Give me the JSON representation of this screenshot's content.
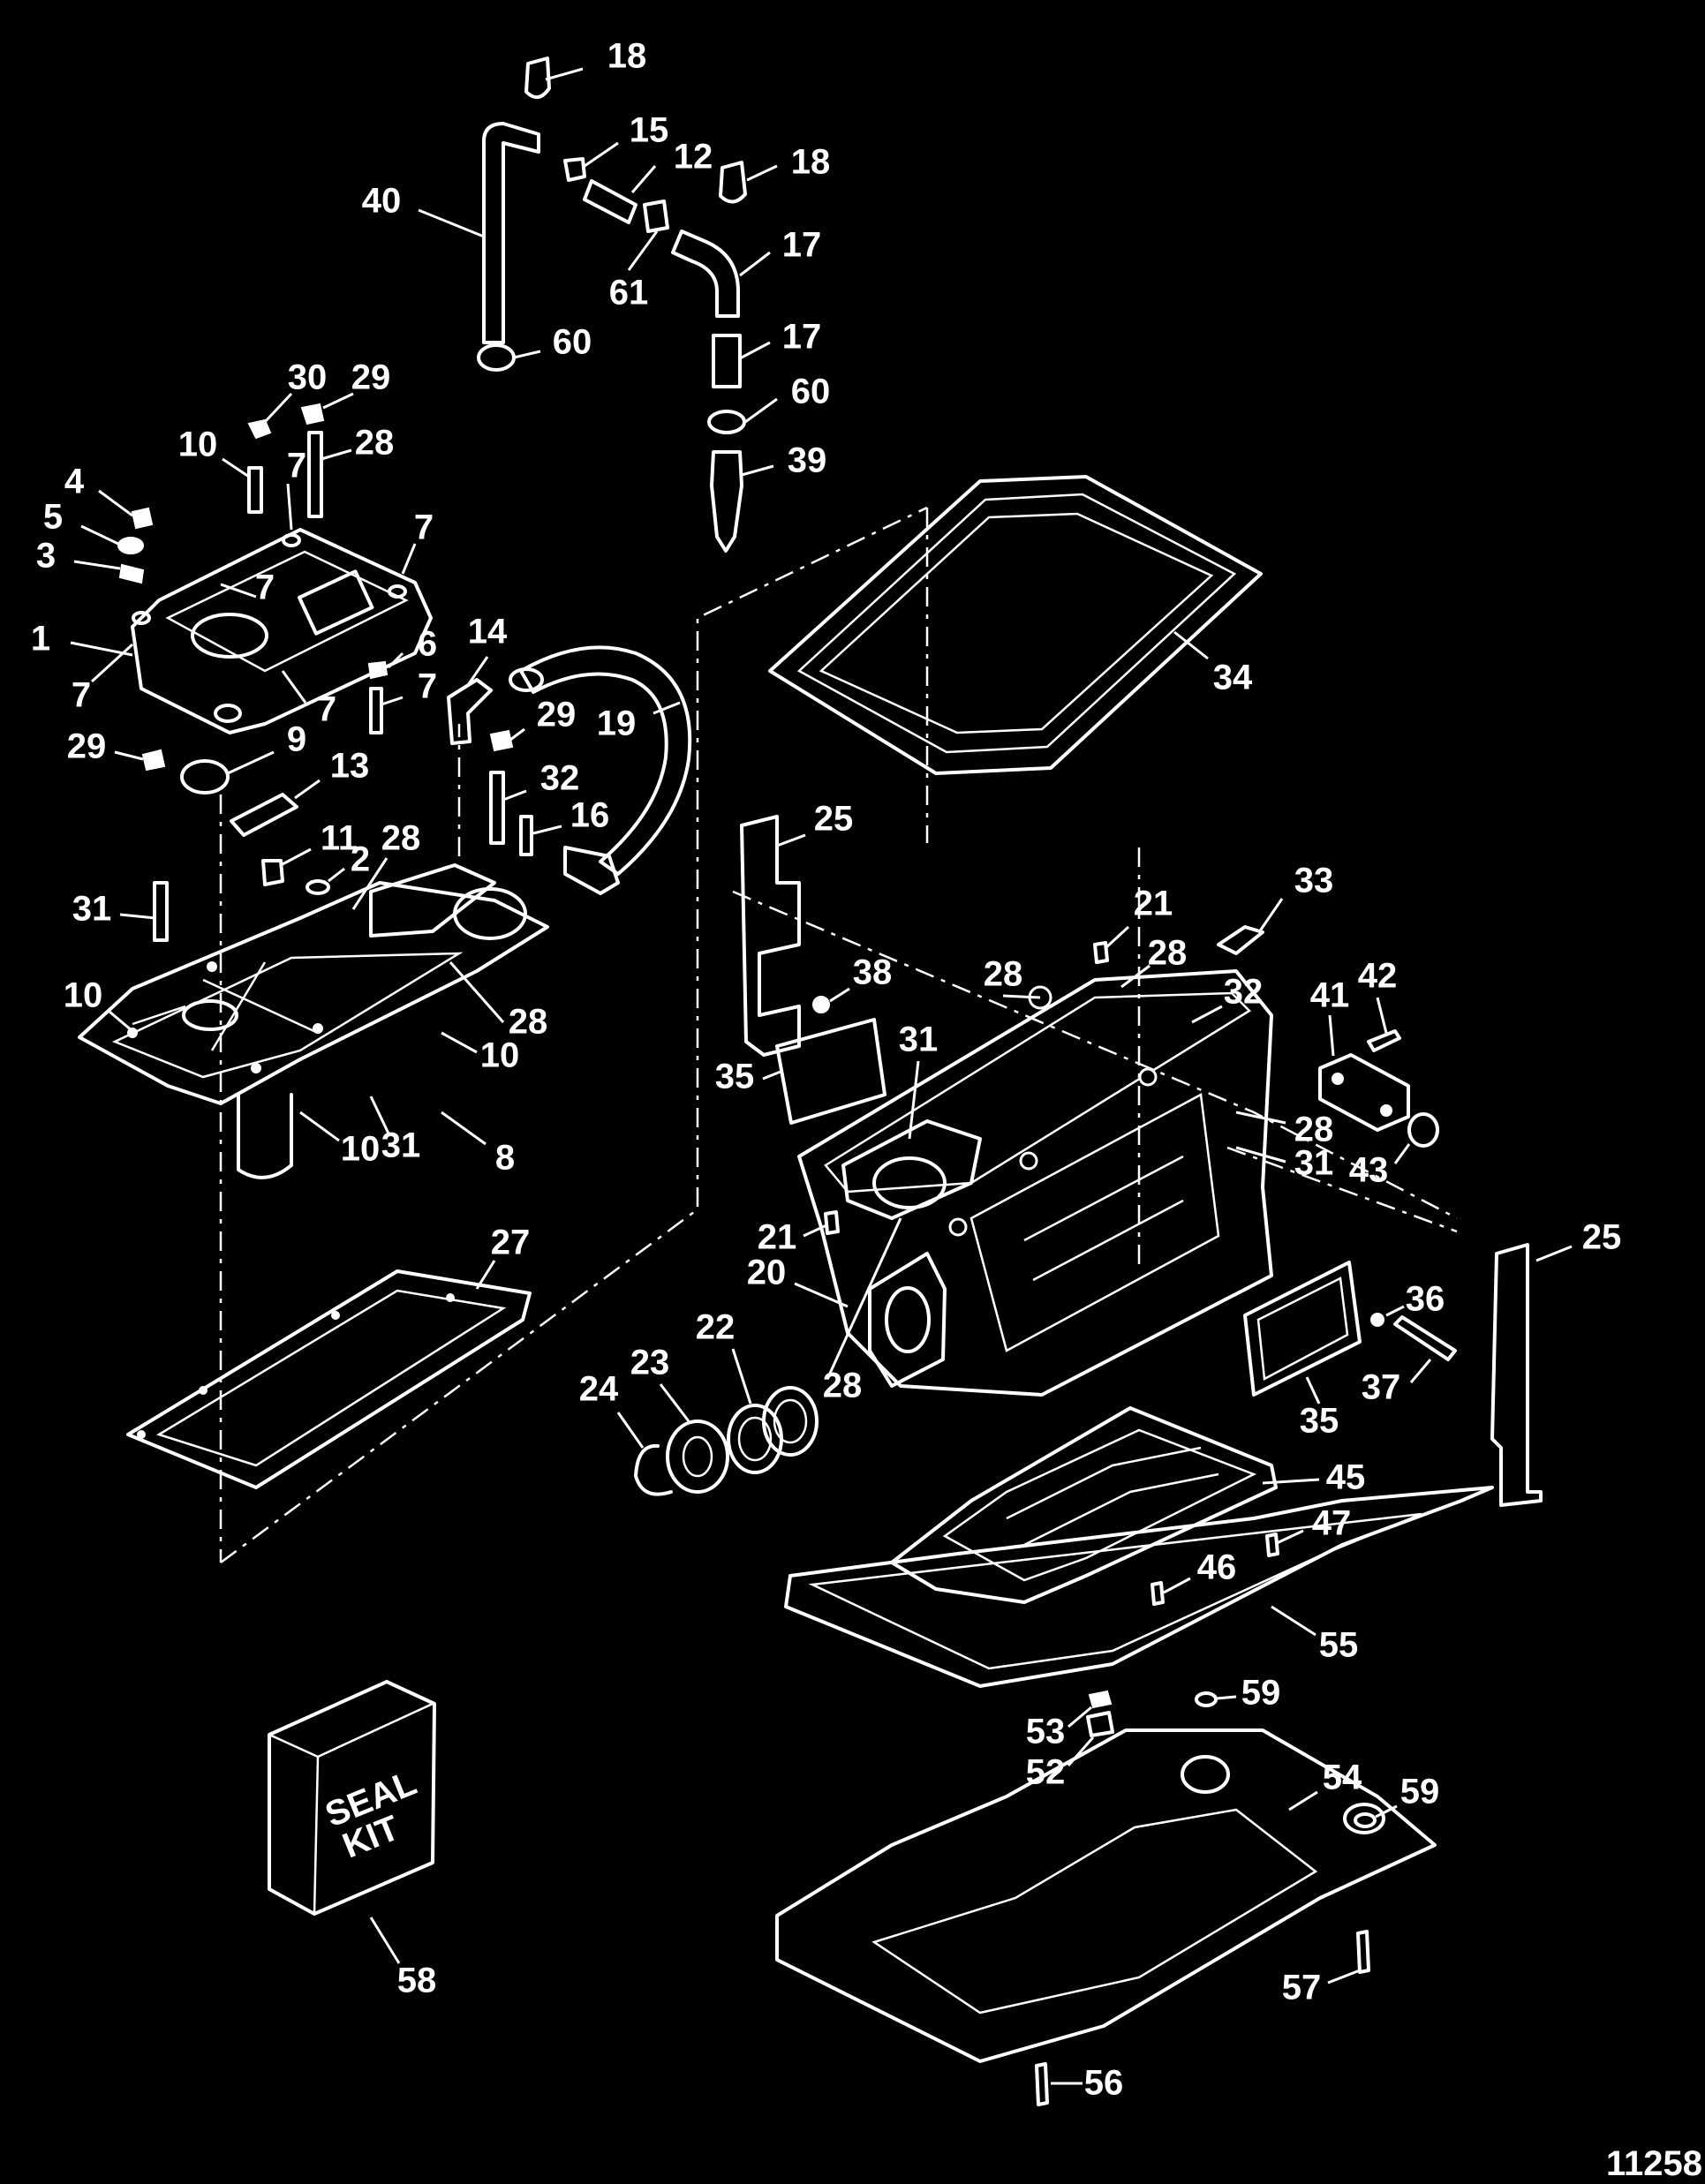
{
  "diagram": {
    "reference_number": "11258",
    "seal_kit_text": [
      "SEAL",
      "KIT"
    ],
    "callouts": [
      {
        "id": "c18a",
        "label": "18"
      },
      {
        "id": "c15",
        "label": "15"
      },
      {
        "id": "c12",
        "label": "12"
      },
      {
        "id": "c18b",
        "label": "18"
      },
      {
        "id": "c40",
        "label": "40"
      },
      {
        "id": "c17a",
        "label": "17"
      },
      {
        "id": "c61",
        "label": "61"
      },
      {
        "id": "c17b",
        "label": "17"
      },
      {
        "id": "c60a",
        "label": "60"
      },
      {
        "id": "c60b",
        "label": "60"
      },
      {
        "id": "c30",
        "label": "30"
      },
      {
        "id": "c29a",
        "label": "29"
      },
      {
        "id": "c10a",
        "label": "10"
      },
      {
        "id": "c28a",
        "label": "28"
      },
      {
        "id": "c39",
        "label": "39"
      },
      {
        "id": "c4",
        "label": "4"
      },
      {
        "id": "c7a",
        "label": "7"
      },
      {
        "id": "c7b",
        "label": "7"
      },
      {
        "id": "c5",
        "label": "5"
      },
      {
        "id": "c7c",
        "label": "7"
      },
      {
        "id": "c3",
        "label": "3"
      },
      {
        "id": "c1",
        "label": "1"
      },
      {
        "id": "c6",
        "label": "6"
      },
      {
        "id": "c14",
        "label": "14"
      },
      {
        "id": "c7d",
        "label": "7"
      },
      {
        "id": "c7e",
        "label": "7"
      },
      {
        "id": "c7f",
        "label": "7"
      },
      {
        "id": "c34",
        "label": "34"
      },
      {
        "id": "c29b",
        "label": "29"
      },
      {
        "id": "c19",
        "label": "19"
      },
      {
        "id": "c29c",
        "label": "29"
      },
      {
        "id": "c9",
        "label": "9"
      },
      {
        "id": "c13",
        "label": "13"
      },
      {
        "id": "c32a",
        "label": "32"
      },
      {
        "id": "c16",
        "label": "16"
      },
      {
        "id": "c25a",
        "label": "25"
      },
      {
        "id": "c11",
        "label": "11"
      },
      {
        "id": "c2",
        "label": "2"
      },
      {
        "id": "c28b",
        "label": "28"
      },
      {
        "id": "c31a",
        "label": "31"
      },
      {
        "id": "c33",
        "label": "33"
      },
      {
        "id": "c21a",
        "label": "21"
      },
      {
        "id": "c28c",
        "label": "28"
      },
      {
        "id": "c10b",
        "label": "10"
      },
      {
        "id": "c28d",
        "label": "28"
      },
      {
        "id": "c38",
        "label": "38"
      },
      {
        "id": "c41",
        "label": "41"
      },
      {
        "id": "c42",
        "label": "42"
      },
      {
        "id": "c32b",
        "label": "32"
      },
      {
        "id": "c28e",
        "label": "28"
      },
      {
        "id": "c10c",
        "label": "10"
      },
      {
        "id": "c35a",
        "label": "35"
      },
      {
        "id": "c31b",
        "label": "31"
      },
      {
        "id": "c28f",
        "label": "28"
      },
      {
        "id": "c31c",
        "label": "31"
      },
      {
        "id": "c10d",
        "label": "10"
      },
      {
        "id": "c31d",
        "label": "31"
      },
      {
        "id": "c8",
        "label": "8"
      },
      {
        "id": "c43",
        "label": "43"
      },
      {
        "id": "c25b",
        "label": "25"
      },
      {
        "id": "c27",
        "label": "27"
      },
      {
        "id": "c21b",
        "label": "21"
      },
      {
        "id": "c20",
        "label": "20"
      },
      {
        "id": "c36",
        "label": "36"
      },
      {
        "id": "c22",
        "label": "22"
      },
      {
        "id": "c23",
        "label": "23"
      },
      {
        "id": "c24",
        "label": "24"
      },
      {
        "id": "c28g",
        "label": "28"
      },
      {
        "id": "c37",
        "label": "37"
      },
      {
        "id": "c35b",
        "label": "35"
      },
      {
        "id": "c45",
        "label": "45"
      },
      {
        "id": "c47",
        "label": "47"
      },
      {
        "id": "c46",
        "label": "46"
      },
      {
        "id": "c55",
        "label": "55"
      },
      {
        "id": "c59a",
        "label": "59"
      },
      {
        "id": "c53",
        "label": "53"
      },
      {
        "id": "c52",
        "label": "52"
      },
      {
        "id": "c54",
        "label": "54"
      },
      {
        "id": "c59b",
        "label": "59"
      },
      {
        "id": "c58",
        "label": "58"
      },
      {
        "id": "c57",
        "label": "57"
      },
      {
        "id": "c56",
        "label": "56"
      }
    ]
  }
}
